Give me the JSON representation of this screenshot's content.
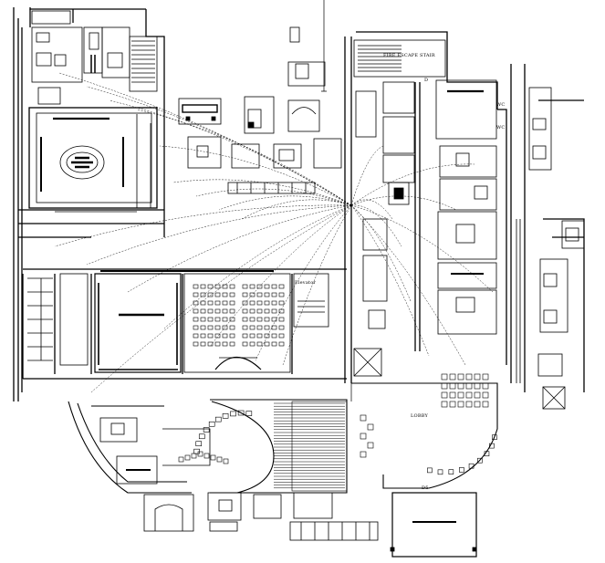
{
  "labels": {
    "fire_escape": "FIRE ESCAPE STAIR",
    "wc_1": "WC",
    "wc_2": "WC",
    "elevator": "Elevator",
    "lobby": "LOBBY",
    "door_d": "D",
    "door_d5": "D5"
  },
  "colors": {
    "line": "#000000",
    "background": "#ffffff"
  }
}
